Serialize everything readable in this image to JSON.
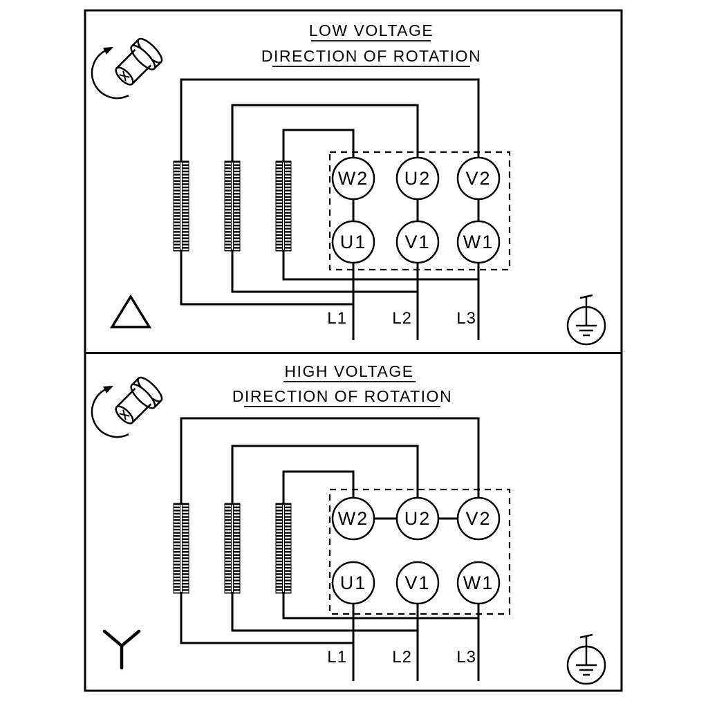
{
  "diagram": {
    "background": "#ffffff",
    "line_color": "#000000",
    "panels": [
      {
        "title": "LOW VOLTAGE",
        "subtitle": "DIRECTION OF ROTATION",
        "winding_connection": "delta",
        "terminals": {
          "top": [
            "W2",
            "U2",
            "V2"
          ],
          "bottom": [
            "U1",
            "V1",
            "W1"
          ]
        },
        "supply": [
          "L1",
          "L2",
          "L3"
        ]
      },
      {
        "title": "HIGH VOLTAGE",
        "subtitle": "DIRECTION OF ROTATION",
        "winding_connection": "star",
        "terminals": {
          "top": [
            "W2",
            "U2",
            "V2"
          ],
          "bottom": [
            "U1",
            "V1",
            "W1"
          ]
        },
        "supply": [
          "L1",
          "L2",
          "L3"
        ]
      }
    ],
    "icons": {
      "rotation": "shaft-with-rotation-arrow",
      "low_voltage_connection": "delta-triangle",
      "high_voltage_connection": "star-wye",
      "earth": "protective-earth-ground"
    }
  }
}
